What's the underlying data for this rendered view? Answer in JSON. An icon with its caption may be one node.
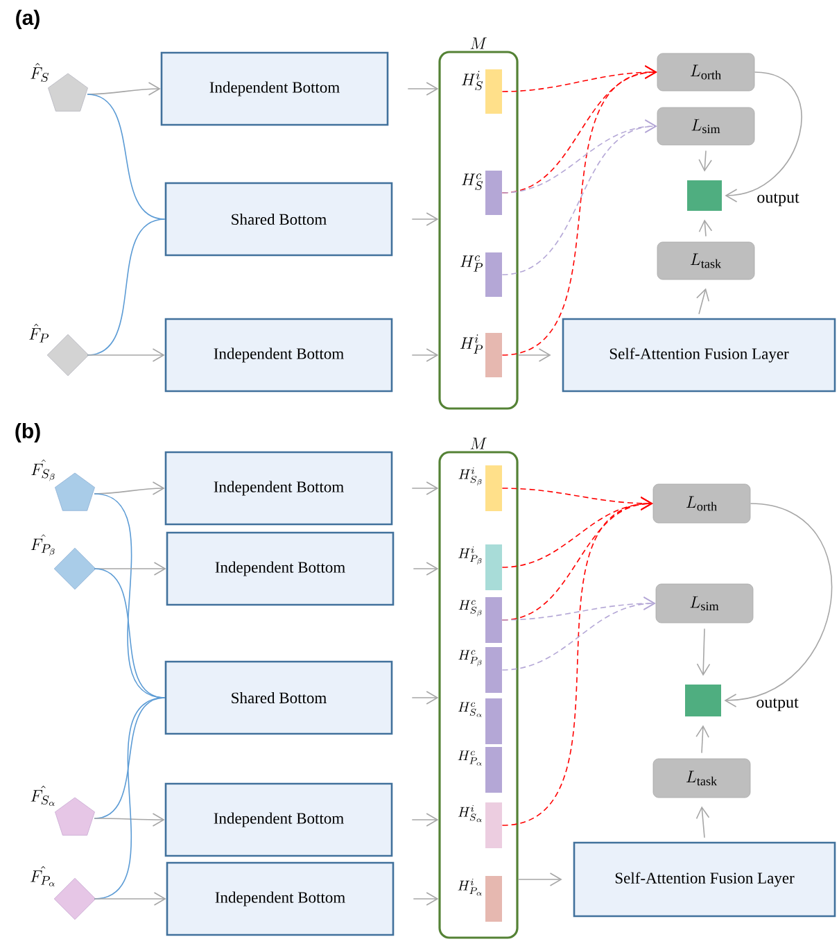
{
  "diagram": {
    "nodes": [
      {
        "text": [
          "\\hat{F}_S"
        ]
      },
      {
        "text": [
          "\\hat{F}_P"
        ]
      },
      {
        "text": [
          "Independent Bottom"
        ]
      },
      {
        "text": [
          "Shared Bottom"
        ]
      },
      {
        "text": [
          "Independent Bottom"
        ]
      },
      {
        "text": [
          "M"
        ]
      },
      {
        "text": [
          "H_S^i"
        ],
        "in": 5
      },
      {
        "text": [
          "H_S^c"
        ],
        "in": 5
      },
      {
        "text": [
          "H_P^c"
        ],
        "in": 5
      },
      {
        "text": [
          "H_P^i"
        ],
        "in": 5
      },
      {
        "text": [
          "L_{\\mathrm{orth}}"
        ]
      },
      {
        "text": [
          "L_{\\mathrm{sim}}"
        ]
      },
      {
        "text": [],
        "shape": "box",
        "beside": [
          "output"
        ]
      },
      {
        "text": [
          "L_{\\mathrm{task}}"
        ]
      },
      {
        "text": [
          "Self-Attention Fusion Layer"
        ]
      },
      {
        "text": [
          "\\hat{F_{S_\\beta}}"
        ]
      },
      {
        "text": [
          "\\hat{F_{P_\\beta}}"
        ]
      },
      {
        "text": [
          "Independent Bottom"
        ]
      },
      {
        "text": [
          "Independent Bottom"
        ]
      },
      {
        "text": [
          "Shared Bottom"
        ]
      },
      {
        "text": [
          "\\hat{F_{S_\\alpha}}"
        ]
      },
      {
        "text": [
          "\\hat{F_{P_\\alpha}}"
        ]
      },
      {
        "text": [
          "Independent Bottom"
        ]
      },
      {
        "text": [
          "Independent Bottom"
        ]
      },
      {
        "text": [
          "M"
        ]
      },
      {
        "text": [
          "H^i_{S_\\beta}"
        ],
        "in": 24
      },
      {
        "text": [
          "H^i_{P_\\beta}"
        ],
        "in": 24
      },
      {
        "text": [
          "H^c_{S_\\beta}"
        ],
        "in": 24
      },
      {
        "text": [
          "H^c_{P_\\beta}"
        ],
        "in": 24
      },
      {
        "text": [
          "H^c_{S_\\alpha}"
        ],
        "in": 24
      },
      {
        "text": [
          "H^c_{P_\\alpha}"
        ],
        "in": 24
      },
      {
        "text": [
          "H^i_{S_\\alpha}"
        ],
        "in": 24
      },
      {
        "text": [
          "H^i_{P_\\alpha}"
        ],
        "in": 24
      },
      {
        "text": [
          "L_{\\mathrm{orth}}"
        ]
      },
      {
        "text": [
          "L_{\\mathrm{sim}}"
        ]
      },
      {
        "text": [],
        "shape": "box",
        "beside": [
          "output"
        ]
      },
      {
        "text": [
          "L_{\\mathrm{task}}"
        ]
      },
      {
        "text": [
          "Self-Attention Fusion Layer"
        ]
      }
    ],
    "edges": [
      {
        "from": 0,
        "to": 2,
        "arrow": "to"
      },
      {
        "from": 0,
        "to": 3,
        "arrow": "none",
        "color": "#5b9bd5"
      },
      {
        "from": 1,
        "to": 3,
        "arrow": "none",
        "color": "#5b9bd5"
      },
      {
        "from": 1,
        "to": 4,
        "arrow": "to"
      },
      {
        "from": 2,
        "to": 5,
        "arrow": "to"
      },
      {
        "from": 3,
        "to": 5,
        "arrow": "to"
      },
      {
        "from": 4,
        "to": 5,
        "arrow": "to"
      },
      {
        "from": 6,
        "to": 10,
        "arrow": "to",
        "style": "dashed",
        "color": "#ff0000"
      },
      {
        "from": 7,
        "to": 10,
        "arrow": "to",
        "style": "dashed",
        "color": "#ff0000"
      },
      {
        "from": 9,
        "to": 10,
        "arrow": "to",
        "style": "dashed",
        "color": "#ff0000"
      },
      {
        "from": 7,
        "to": 11,
        "arrow": "to",
        "style": "dashed",
        "color": "#b4a7d6"
      },
      {
        "from": 8,
        "to": 11,
        "arrow": "to",
        "style": "dashed",
        "color": "#b4a7d6"
      },
      {
        "from": 5,
        "to": 14,
        "arrow": "to"
      },
      {
        "from": 14,
        "to": 13,
        "arrow": "to"
      },
      {
        "from": 13,
        "to": 12,
        "arrow": "to"
      },
      {
        "from": 11,
        "to": 12,
        "arrow": "to"
      },
      {
        "from": 10,
        "to": 12,
        "arrow": "to"
      },
      {
        "from": 15,
        "to": 17,
        "arrow": "to"
      },
      {
        "from": 15,
        "to": 19,
        "arrow": "none",
        "color": "#5b9bd5"
      },
      {
        "from": 16,
        "to": 18,
        "arrow": "to"
      },
      {
        "from": 16,
        "to": 19,
        "arrow": "none",
        "color": "#5b9bd5"
      },
      {
        "from": 20,
        "to": 19,
        "arrow": "none",
        "color": "#5b9bd5"
      },
      {
        "from": 20,
        "to": 22,
        "arrow": "to"
      },
      {
        "from": 21,
        "to": 19,
        "arrow": "none",
        "color": "#5b9bd5"
      },
      {
        "from": 21,
        "to": 23,
        "arrow": "to"
      },
      {
        "from": 17,
        "to": 24,
        "arrow": "to"
      },
      {
        "from": 18,
        "to": 24,
        "arrow": "to"
      },
      {
        "from": 19,
        "to": 24,
        "arrow": "to"
      },
      {
        "from": 22,
        "to": 24,
        "arrow": "to"
      },
      {
        "from": 23,
        "to": 24,
        "arrow": "to"
      },
      {
        "from": 25,
        "to": 33,
        "arrow": "to",
        "style": "dashed",
        "color": "#ff0000"
      },
      {
        "from": 26,
        "to": 33,
        "arrow": "to",
        "style": "dashed",
        "color": "#ff0000"
      },
      {
        "from": 27,
        "to": 33,
        "arrow": "to",
        "style": "dashed",
        "color": "#ff0000"
      },
      {
        "from": 31,
        "to": 33,
        "arrow": "to",
        "style": "dashed",
        "color": "#ff0000"
      },
      {
        "from": 27,
        "to": 34,
        "arrow": "to",
        "style": "dashed",
        "color": "#b4a7d6"
      },
      {
        "from": 28,
        "to": 34,
        "arrow": "to",
        "style": "dashed",
        "color": "#b4a7d6"
      },
      {
        "from": 24,
        "to": 37,
        "arrow": "to"
      },
      {
        "from": 37,
        "to": 36,
        "arrow": "to"
      },
      {
        "from": 36,
        "to": 35,
        "arrow": "to"
      },
      {
        "from": 34,
        "to": 35,
        "arrow": "to"
      },
      {
        "from": 33,
        "to": 35,
        "arrow": "to"
      }
    ],
    "labels": [
      "(a)",
      "(b)"
    ]
  }
}
